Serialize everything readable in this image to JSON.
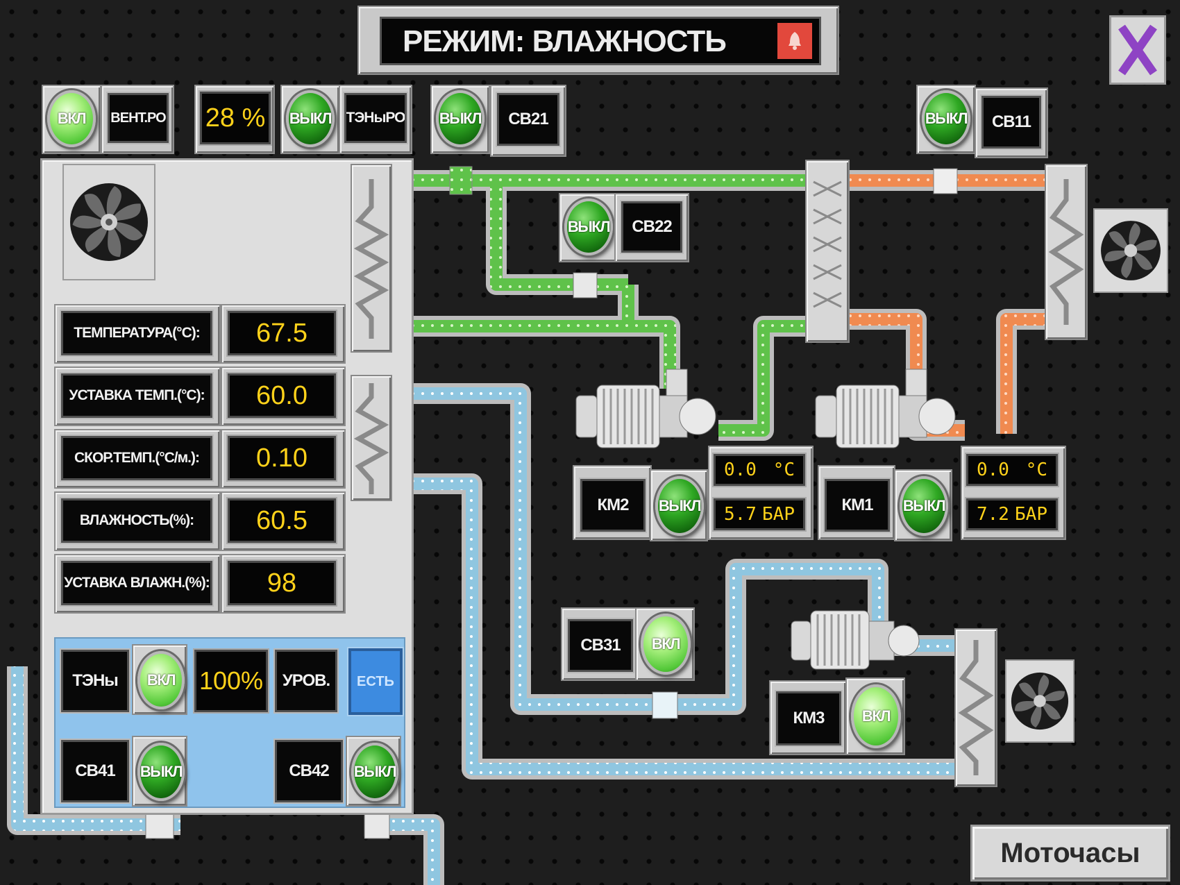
{
  "header": {
    "mode_title": "РЕЖИМ: ВЛАЖНОСТЬ",
    "alarm_icon": "alarm-icon",
    "alarm_color": "#e2483c"
  },
  "close_icon": "close-x-icon",
  "top": {
    "vent_ro": {
      "state": "ВКЛ",
      "label": "ВЕНТ.РО",
      "percent": "28 %"
    },
    "teny_ro": {
      "state": "ВЫКЛ",
      "label": "ТЭНыРО"
    },
    "sv21": {
      "state": "ВЫКЛ",
      "label": "СВ21"
    },
    "sv11": {
      "state": "ВЫКЛ",
      "label": "СВ11"
    },
    "sv22": {
      "state": "ВЫКЛ",
      "label": "СВ22"
    }
  },
  "params": [
    {
      "label": "ТЕМПЕРАТУРА(°С):",
      "value": "67.5"
    },
    {
      "label": "УСТАВКА ТЕМП.(°С):",
      "value": "60.0"
    },
    {
      "label": "СКОР.ТЕМП.(°С/м.):",
      "value": "0.10"
    },
    {
      "label": "ВЛАЖНОСТЬ(%):",
      "value": "60.5"
    },
    {
      "label": "УСТАВКА ВЛАЖН.(%):",
      "value": "98"
    }
  ],
  "heaters": {
    "teny_label": "ТЭНы",
    "teny_state": "ВКЛ",
    "teny_percent": "100%",
    "level_label": "УРОВ.",
    "level_state": "ЕСТЬ",
    "sv41_label": "СВ41",
    "sv41_state": "ВЫКЛ",
    "sv42_label": "СВ42",
    "sv42_state": "ВЫКЛ"
  },
  "compressors": {
    "km2": {
      "label": "КМ2",
      "state": "ВЫКЛ",
      "temp": "0.0",
      "temp_unit": "°С",
      "pressure": "5.7",
      "pressure_unit": "БАР"
    },
    "km1": {
      "label": "КМ1",
      "state": "ВЫКЛ",
      "temp": "0.0",
      "temp_unit": "°С",
      "pressure": "7.2",
      "pressure_unit": "БАР"
    },
    "km3": {
      "label": "КМ3",
      "state": "ВКЛ"
    }
  },
  "sv31": {
    "label": "СВ31",
    "state": "ВКЛ"
  },
  "footer": {
    "motohours_label": "Моточасы"
  },
  "colors": {
    "green_pipe": "#5fc24a",
    "orange_pipe": "#f08a50",
    "blue_pipe": "#8fc6e0",
    "value_text": "#ffd21a"
  }
}
